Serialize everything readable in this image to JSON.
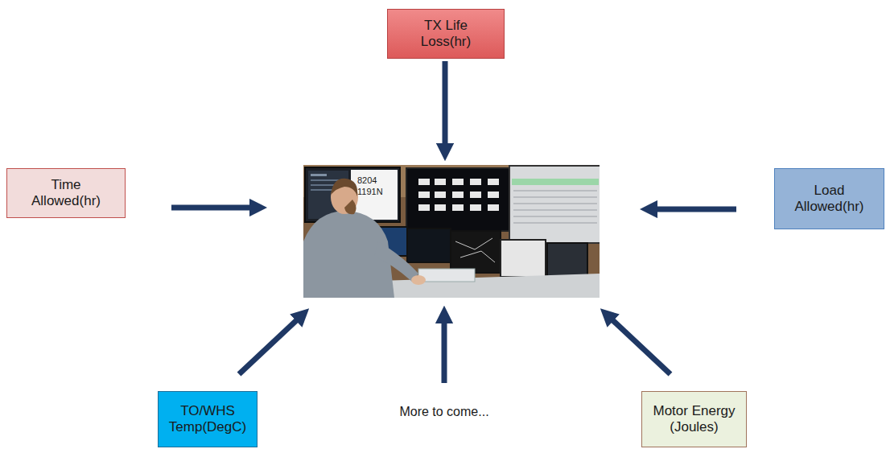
{
  "diagram": {
    "nodes": [
      {
        "text": [
          "TX Life Loss(hr)"
        ]
      },
      {
        "text": [
          "Time Allowed(hr)"
        ]
      },
      {
        "text": [
          "Load Allowed(hr)"
        ]
      },
      {
        "text": [
          "TO/WHS Temp(DegC)"
        ]
      },
      {
        "text": [
          "Motor Energy (Joules)"
        ]
      }
    ],
    "labels": [
      "8204",
      "1191N",
      "More to come..."
    ]
  }
}
